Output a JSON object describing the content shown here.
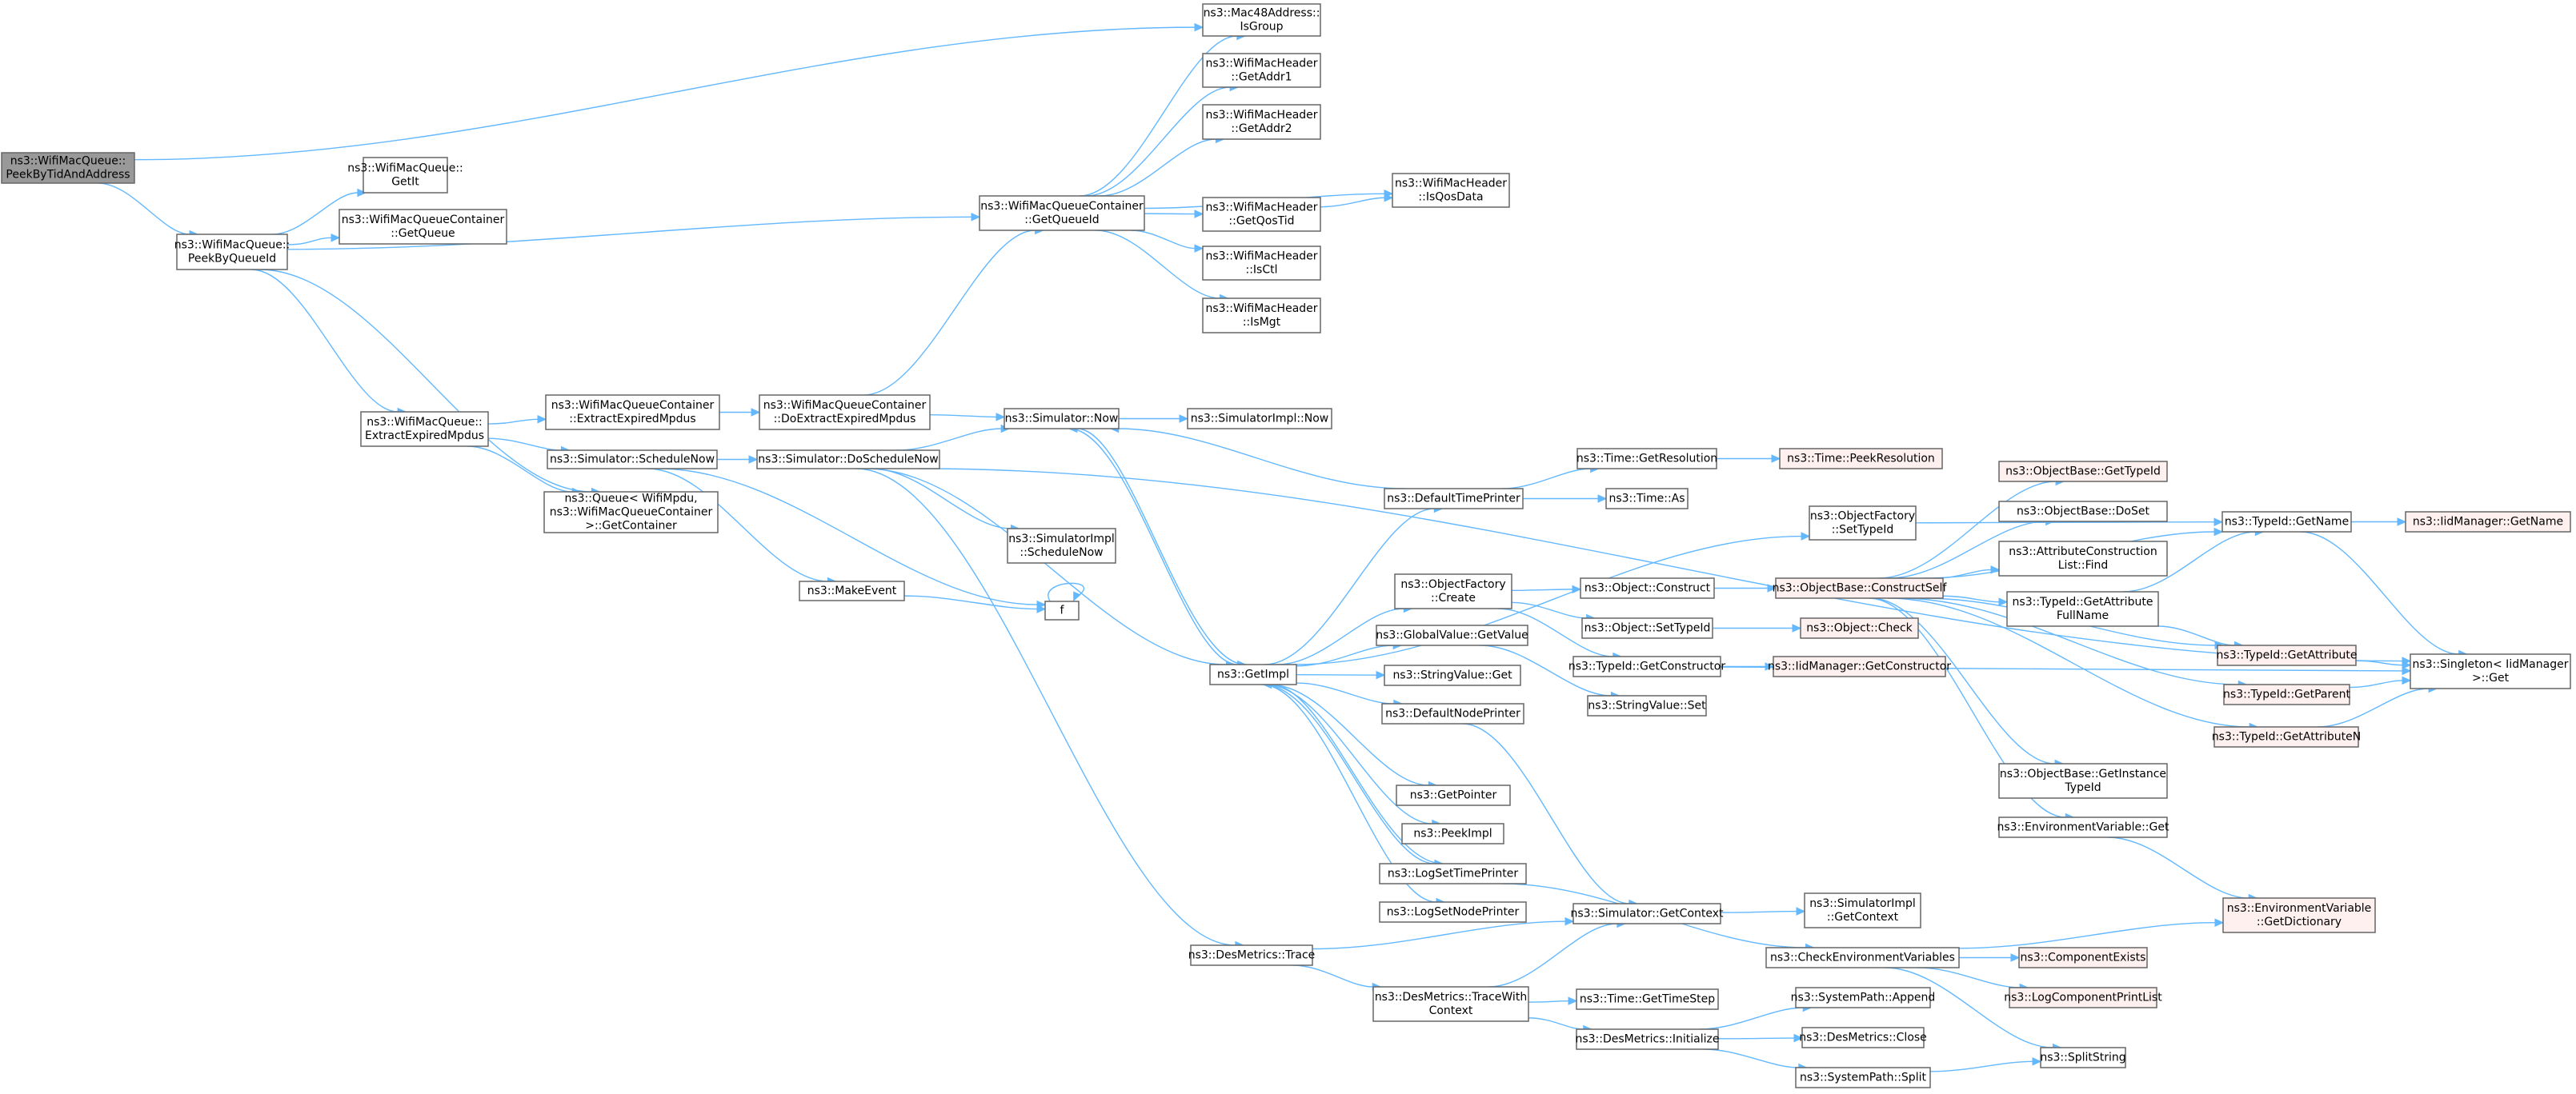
{
  "colors": {
    "edge": "#63b8ff",
    "node_fill": "#ffffff",
    "node_border": "#666666",
    "root_fill": "#999999",
    "root_border": "#666666",
    "truncated_fill": "#fff0f0",
    "truncated_border": "#ff0000"
  },
  "nodes": [
    {
      "id": "n0",
      "lines": [
        "ns3::WifiMacQueue::",
        "PeekByTidAndAddress"
      ],
      "style": "root"
    },
    {
      "id": "n1",
      "lines": [
        "ns3::WifiMacQueue::",
        "PeekByQueueId"
      ],
      "style": "normal"
    },
    {
      "id": "n2",
      "lines": [
        "ns3::Mac48Address::",
        "IsGroup"
      ],
      "style": "normal"
    },
    {
      "id": "n3",
      "lines": [
        "ns3::WifiMacQueue::",
        "GetIt"
      ],
      "style": "normal"
    },
    {
      "id": "n4",
      "lines": [
        "ns3::WifiMacQueueContainer",
        "::GetQueue"
      ],
      "style": "normal"
    },
    {
      "id": "n5",
      "lines": [
        "ns3::WifiMacQueueContainer",
        "::GetQueueId"
      ],
      "style": "normal"
    },
    {
      "id": "n6",
      "lines": [
        "ns3::WifiMacQueue::",
        "ExtractExpiredMpdus"
      ],
      "style": "normal"
    },
    {
      "id": "n7",
      "lines": [
        "ns3::Queue< WifiMpdu,",
        "ns3::WifiMacQueueContainer",
        ">::GetContainer"
      ],
      "style": "normal"
    },
    {
      "id": "n8",
      "lines": [
        "ns3::WifiMacHeader",
        "::GetAddr1"
      ],
      "style": "normal"
    },
    {
      "id": "n9",
      "lines": [
        "ns3::WifiMacHeader",
        "::GetAddr2"
      ],
      "style": "normal"
    },
    {
      "id": "n10",
      "lines": [
        "ns3::WifiMacHeader",
        "::GetQosTid"
      ],
      "style": "normal"
    },
    {
      "id": "n11",
      "lines": [
        "ns3::WifiMacHeader",
        "::IsQosData"
      ],
      "style": "normal"
    },
    {
      "id": "n12",
      "lines": [
        "ns3::WifiMacHeader",
        "::IsCtl"
      ],
      "style": "normal"
    },
    {
      "id": "n13",
      "lines": [
        "ns3::WifiMacHeader",
        "::IsMgt"
      ],
      "style": "normal"
    },
    {
      "id": "n14",
      "lines": [
        "ns3::WifiMacQueueContainer",
        "::ExtractExpiredMpdus"
      ],
      "style": "normal"
    },
    {
      "id": "n15",
      "lines": [
        "ns3::Simulator::ScheduleNow"
      ],
      "style": "normal"
    },
    {
      "id": "n16",
      "lines": [
        "ns3::WifiMacQueueContainer",
        "::DoExtractExpiredMpdus"
      ],
      "style": "normal"
    },
    {
      "id": "n17",
      "lines": [
        "ns3::Simulator::Now"
      ],
      "style": "normal"
    },
    {
      "id": "n18",
      "lines": [
        "ns3::SimulatorImpl::Now"
      ],
      "style": "normal"
    },
    {
      "id": "n19",
      "lines": [
        "ns3::Simulator::DoScheduleNow"
      ],
      "style": "normal"
    },
    {
      "id": "n20",
      "lines": [
        "ns3::MakeEvent"
      ],
      "style": "normal"
    },
    {
      "id": "n21",
      "lines": [
        "f"
      ],
      "style": "normal"
    },
    {
      "id": "n22",
      "lines": [
        "ns3::SimulatorImpl",
        "::ScheduleNow"
      ],
      "style": "normal"
    },
    {
      "id": "n23",
      "lines": [
        "ns3::GetImpl"
      ],
      "style": "normal"
    },
    {
      "id": "n24",
      "lines": [
        "ns3::DesMetrics::Trace"
      ],
      "style": "normal"
    },
    {
      "id": "n25",
      "lines": [
        "ns3::DefaultTimePrinter"
      ],
      "style": "normal"
    },
    {
      "id": "n26",
      "lines": [
        "ns3::ObjectFactory",
        "::Create"
      ],
      "style": "normal"
    },
    {
      "id": "n27",
      "lines": [
        "ns3::GlobalValue::GetValue"
      ],
      "style": "normal"
    },
    {
      "id": "n28",
      "lines": [
        "ns3::StringValue::Get"
      ],
      "style": "normal"
    },
    {
      "id": "n29",
      "lines": [
        "ns3::DefaultNodePrinter"
      ],
      "style": "normal"
    },
    {
      "id": "n30",
      "lines": [
        "ns3::GetPointer"
      ],
      "style": "normal"
    },
    {
      "id": "n31",
      "lines": [
        "ns3::PeekImpl"
      ],
      "style": "normal"
    },
    {
      "id": "n32",
      "lines": [
        "ns3::LogSetTimePrinter"
      ],
      "style": "normal"
    },
    {
      "id": "n33",
      "lines": [
        "ns3::LogSetNodePrinter"
      ],
      "style": "normal"
    },
    {
      "id": "n34",
      "lines": [
        "ns3::DesMetrics::TraceWith",
        "Context"
      ],
      "style": "normal"
    },
    {
      "id": "n35",
      "lines": [
        "ns3::Time::GetResolution"
      ],
      "style": "normal"
    },
    {
      "id": "n36",
      "lines": [
        "ns3::Time::As"
      ],
      "style": "normal"
    },
    {
      "id": "n37",
      "lines": [
        "ns3::Time::PeekResolution"
      ],
      "style": "trunc"
    },
    {
      "id": "n38",
      "lines": [
        "ns3::ObjectFactory",
        "::SetTypeId"
      ],
      "style": "normal"
    },
    {
      "id": "n39",
      "lines": [
        "ns3::Object::Construct"
      ],
      "style": "normal"
    },
    {
      "id": "n40",
      "lines": [
        "ns3::Object::SetTypeId"
      ],
      "style": "normal"
    },
    {
      "id": "n41",
      "lines": [
        "ns3::TypeId::GetConstructor"
      ],
      "style": "normal"
    },
    {
      "id": "n42",
      "lines": [
        "ns3::StringValue::Set"
      ],
      "style": "normal"
    },
    {
      "id": "n43",
      "lines": [
        "ns3::Simulator::GetContext"
      ],
      "style": "normal"
    },
    {
      "id": "n44",
      "lines": [
        "ns3::Time::GetTimeStep"
      ],
      "style": "normal"
    },
    {
      "id": "n45",
      "lines": [
        "ns3::DesMetrics::Initialize"
      ],
      "style": "normal"
    },
    {
      "id": "n46",
      "lines": [
        "ns3::ObjectBase::ConstructSelf"
      ],
      "style": "trunc"
    },
    {
      "id": "n47",
      "lines": [
        "ns3::Object::Check"
      ],
      "style": "trunc"
    },
    {
      "id": "n48",
      "lines": [
        "ns3::IidManager::GetConstructor"
      ],
      "style": "trunc"
    },
    {
      "id": "n49",
      "lines": [
        "ns3::SimulatorImpl",
        "::GetContext"
      ],
      "style": "normal"
    },
    {
      "id": "n50",
      "lines": [
        "ns3::CheckEnvironmentVariables"
      ],
      "style": "normal"
    },
    {
      "id": "n51",
      "lines": [
        "ns3::SystemPath::Append"
      ],
      "style": "normal"
    },
    {
      "id": "n52",
      "lines": [
        "ns3::DesMetrics::Close"
      ],
      "style": "normal"
    },
    {
      "id": "n53",
      "lines": [
        "ns3::SystemPath::Split"
      ],
      "style": "normal"
    },
    {
      "id": "n54",
      "lines": [
        "ns3::ObjectBase::GetTypeId"
      ],
      "style": "trunc"
    },
    {
      "id": "n55",
      "lines": [
        "ns3::ObjectBase::DoSet"
      ],
      "style": "normal"
    },
    {
      "id": "n56",
      "lines": [
        "ns3::AttributeConstruction",
        "List::Find"
      ],
      "style": "normal"
    },
    {
      "id": "n57",
      "lines": [
        "ns3::TypeId::GetAttribute",
        "FullName"
      ],
      "style": "normal"
    },
    {
      "id": "n58",
      "lines": [
        "ns3::ObjectBase::GetInstance",
        "TypeId"
      ],
      "style": "normal"
    },
    {
      "id": "n59",
      "lines": [
        "ns3::EnvironmentVariable::Get"
      ],
      "style": "normal"
    },
    {
      "id": "n60",
      "lines": [
        "ns3::ComponentExists"
      ],
      "style": "trunc"
    },
    {
      "id": "n61",
      "lines": [
        "ns3::LogComponentPrintList"
      ],
      "style": "trunc"
    },
    {
      "id": "n62",
      "lines": [
        "ns3::SplitString"
      ],
      "style": "normal"
    },
    {
      "id": "n63",
      "lines": [
        "ns3::TypeId::GetName"
      ],
      "style": "normal"
    },
    {
      "id": "n64",
      "lines": [
        "ns3::TypeId::GetAttribute"
      ],
      "style": "trunc"
    },
    {
      "id": "n65",
      "lines": [
        "ns3::TypeId::GetParent"
      ],
      "style": "trunc"
    },
    {
      "id": "n66",
      "lines": [
        "ns3::TypeId::GetAttributeN"
      ],
      "style": "trunc"
    },
    {
      "id": "n67",
      "lines": [
        "ns3::EnvironmentVariable",
        "::GetDictionary"
      ],
      "style": "trunc"
    },
    {
      "id": "n68",
      "lines": [
        "ns3::IidManager::GetName"
      ],
      "style": "trunc"
    },
    {
      "id": "n69",
      "lines": [
        "ns3::Singleton< IidManager",
        ">::Get"
      ],
      "style": "normal"
    }
  ],
  "edges": [
    [
      "n0",
      "n1"
    ],
    [
      "n0",
      "n2"
    ],
    [
      "n1",
      "n3"
    ],
    [
      "n1",
      "n4"
    ],
    [
      "n1",
      "n5"
    ],
    [
      "n1",
      "n6"
    ],
    [
      "n1",
      "n7"
    ],
    [
      "n5",
      "n2"
    ],
    [
      "n5",
      "n8"
    ],
    [
      "n5",
      "n9"
    ],
    [
      "n5",
      "n10"
    ],
    [
      "n5",
      "n11"
    ],
    [
      "n5",
      "n12"
    ],
    [
      "n5",
      "n13"
    ],
    [
      "n10",
      "n11"
    ],
    [
      "n6",
      "n14"
    ],
    [
      "n6",
      "n15"
    ],
    [
      "n6",
      "n7"
    ],
    [
      "n14",
      "n16"
    ],
    [
      "n16",
      "n5"
    ],
    [
      "n16",
      "n17"
    ],
    [
      "n15",
      "n19"
    ],
    [
      "n15",
      "n20"
    ],
    [
      "n15",
      "n21"
    ],
    [
      "n17",
      "n18"
    ],
    [
      "n17",
      "n23"
    ],
    [
      "n19",
      "n17"
    ],
    [
      "n19",
      "n22"
    ],
    [
      "n19",
      "n23"
    ],
    [
      "n19",
      "n24"
    ],
    [
      "n19",
      "n69"
    ],
    [
      "n20",
      "n21"
    ],
    [
      "n21",
      "n21"
    ],
    [
      "n23",
      "n17"
    ],
    [
      "n23",
      "n25"
    ],
    [
      "n23",
      "n26"
    ],
    [
      "n23",
      "n27"
    ],
    [
      "n23",
      "n28"
    ],
    [
      "n23",
      "n29"
    ],
    [
      "n23",
      "n30"
    ],
    [
      "n23",
      "n31"
    ],
    [
      "n23",
      "n32"
    ],
    [
      "n23",
      "n33"
    ],
    [
      "n23",
      "n38"
    ],
    [
      "n25",
      "n17"
    ],
    [
      "n25",
      "n35"
    ],
    [
      "n25",
      "n36"
    ],
    [
      "n35",
      "n37"
    ],
    [
      "n26",
      "n39"
    ],
    [
      "n26",
      "n40"
    ],
    [
      "n26",
      "n41"
    ],
    [
      "n27",
      "n42"
    ],
    [
      "n29",
      "n43"
    ],
    [
      "n32",
      "n23"
    ],
    [
      "n32",
      "n50"
    ],
    [
      "n24",
      "n43"
    ],
    [
      "n24",
      "n34"
    ],
    [
      "n34",
      "n43"
    ],
    [
      "n34",
      "n44"
    ],
    [
      "n34",
      "n45"
    ],
    [
      "n39",
      "n46"
    ],
    [
      "n40",
      "n47"
    ],
    [
      "n41",
      "n48"
    ],
    [
      "n41",
      "n69"
    ],
    [
      "n43",
      "n49"
    ],
    [
      "n45",
      "n51"
    ],
    [
      "n45",
      "n52"
    ],
    [
      "n45",
      "n53"
    ],
    [
      "n46",
      "n54"
    ],
    [
      "n46",
      "n55"
    ],
    [
      "n46",
      "n56"
    ],
    [
      "n46",
      "n57"
    ],
    [
      "n46",
      "n58"
    ],
    [
      "n46",
      "n59"
    ],
    [
      "n46",
      "n63"
    ],
    [
      "n46",
      "n64"
    ],
    [
      "n46",
      "n65"
    ],
    [
      "n46",
      "n66"
    ],
    [
      "n38",
      "n63"
    ],
    [
      "n50",
      "n60"
    ],
    [
      "n50",
      "n61"
    ],
    [
      "n50",
      "n62"
    ],
    [
      "n50",
      "n67"
    ],
    [
      "n53",
      "n62"
    ],
    [
      "n57",
      "n63"
    ],
    [
      "n57",
      "n64"
    ],
    [
      "n59",
      "n67"
    ],
    [
      "n63",
      "n68"
    ],
    [
      "n63",
      "n69"
    ],
    [
      "n64",
      "n69"
    ],
    [
      "n65",
      "n69"
    ],
    [
      "n66",
      "n69"
    ]
  ]
}
